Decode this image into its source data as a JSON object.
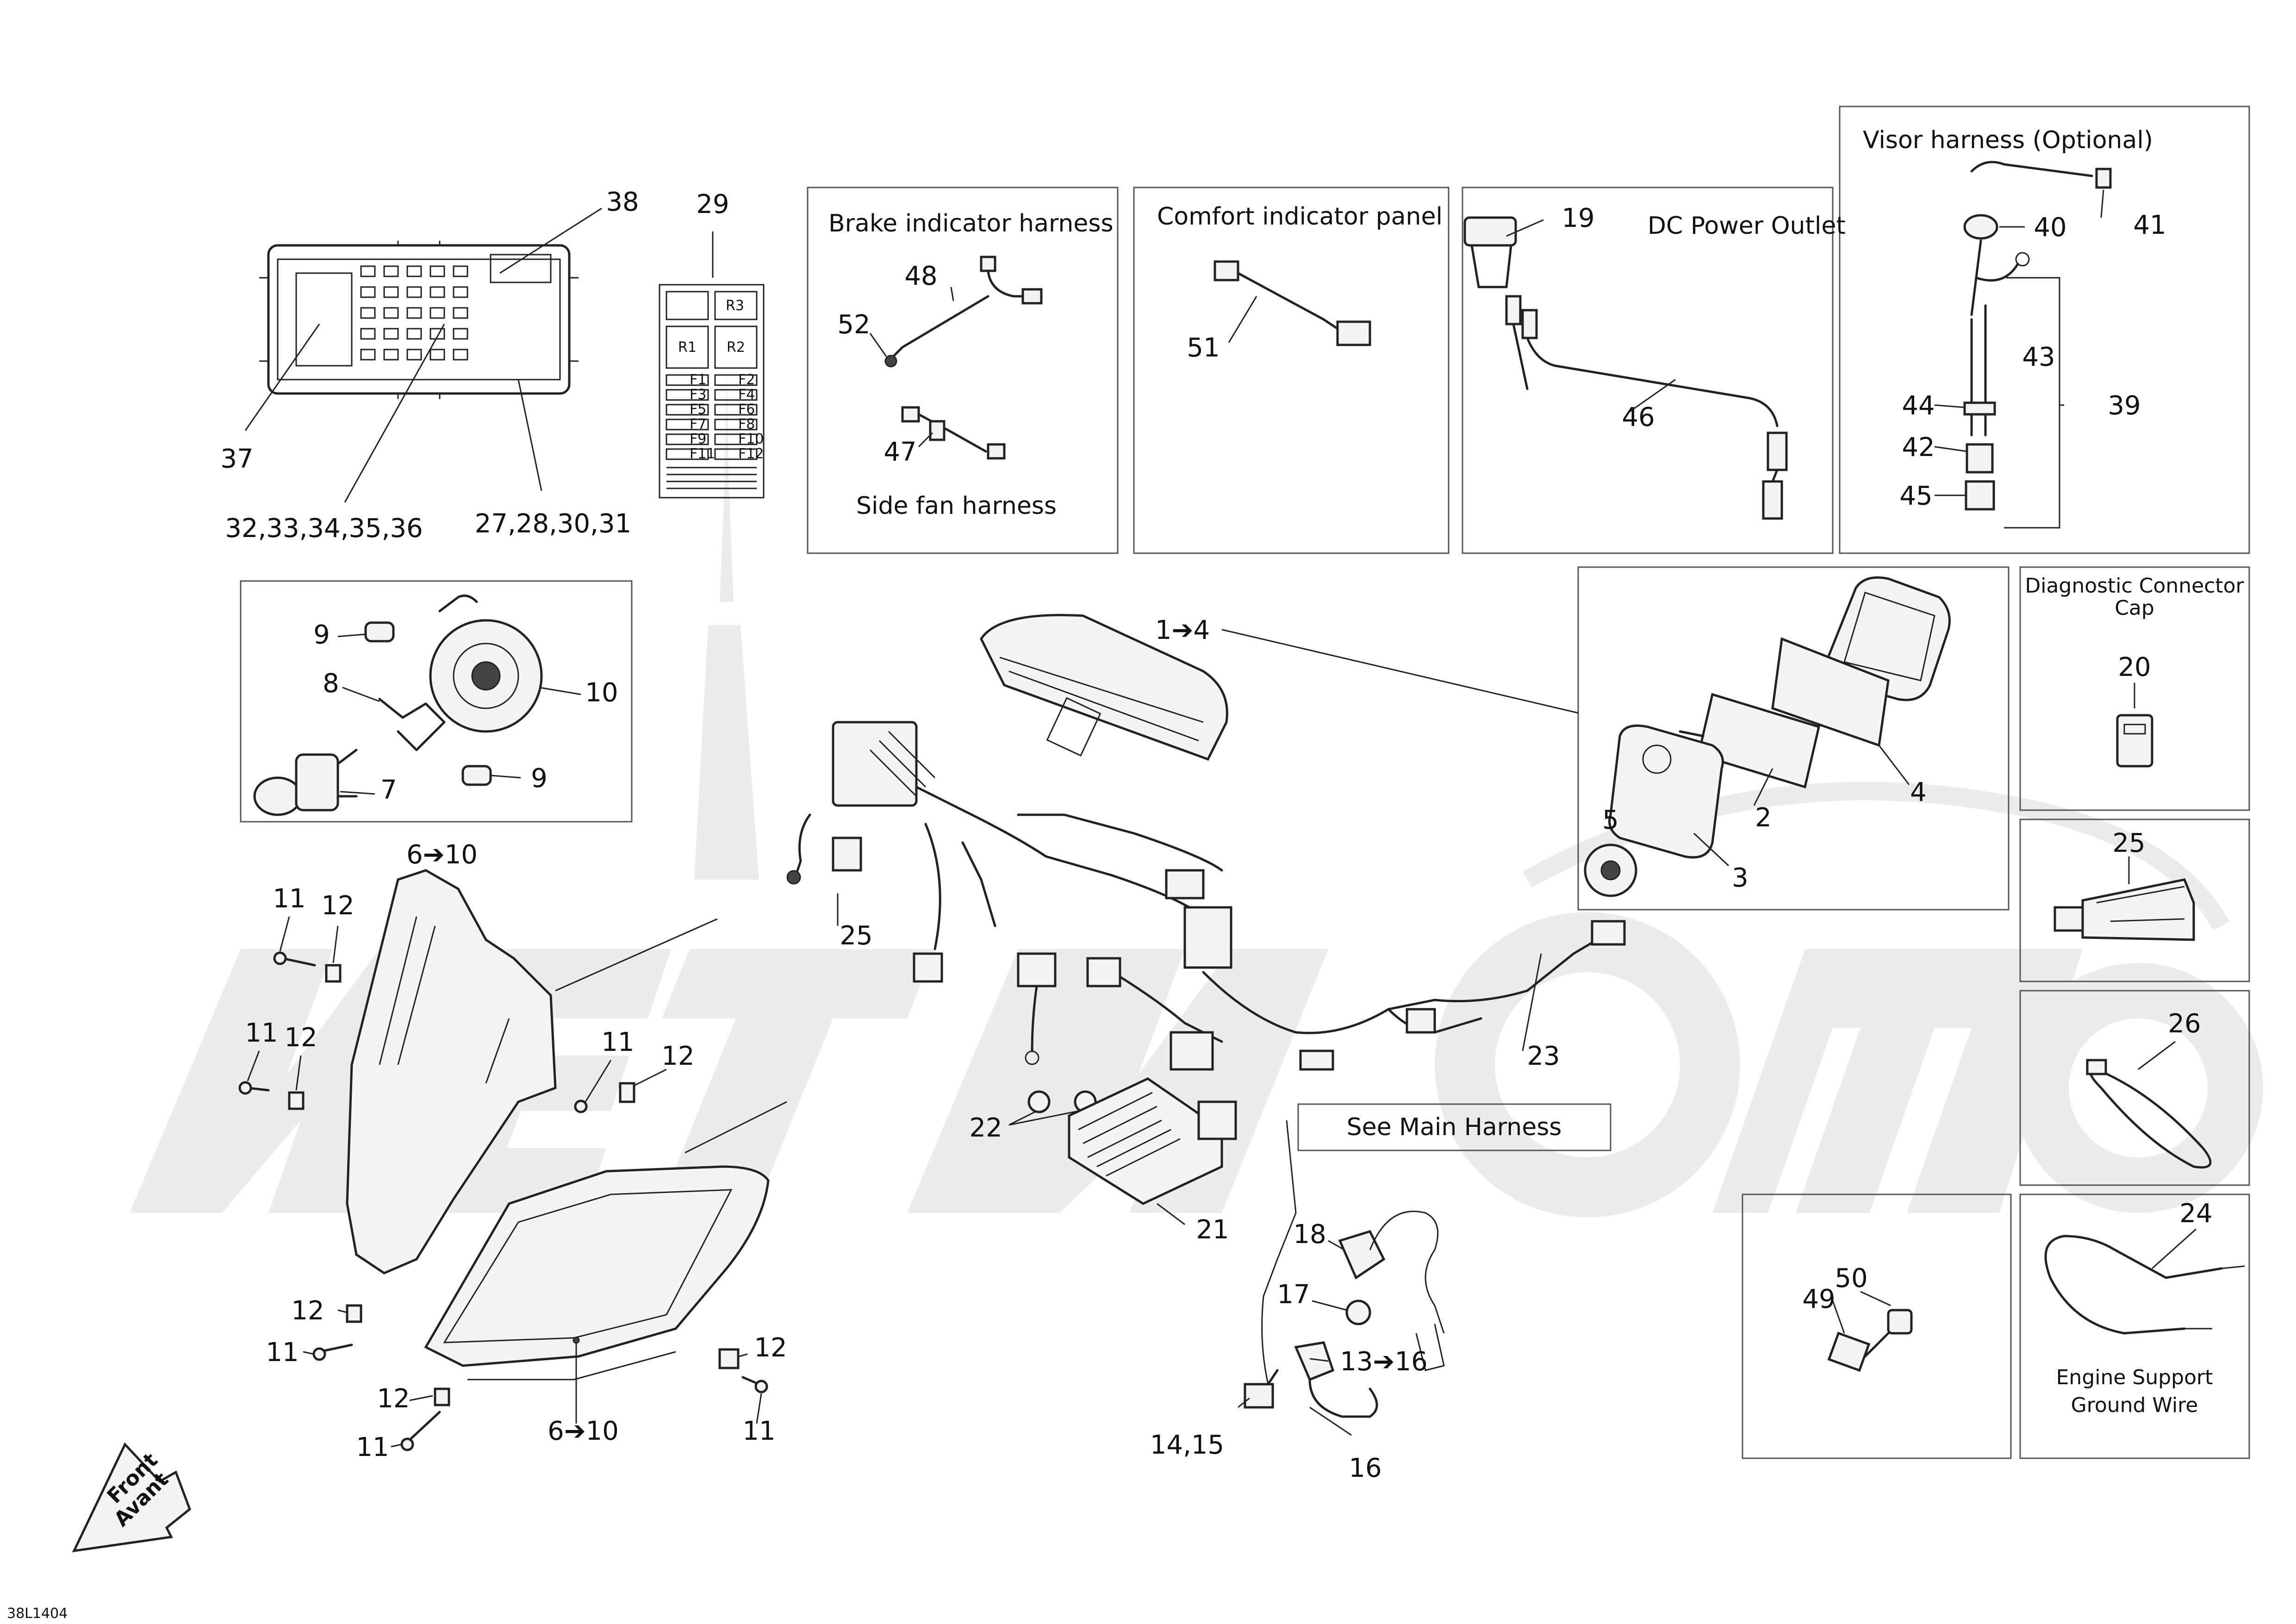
{
  "panels": {
    "brake_indicator_harness": "Brake indicator harness",
    "side_fan_harness": "Side fan harness",
    "comfort_indicator_panel": "Comfort indicator panel",
    "dc_power_outlet": "DC Power Outlet",
    "visor_harness": "Visor harness (Optional)",
    "diagnostic_connector_cap": [
      "Diagnostic Connector",
      "Cap"
    ],
    "see_main_harness": "See Main Harness",
    "engine_support_ground_wire": [
      "Engine Support",
      "Ground Wire"
    ]
  },
  "fuse_panel": {
    "relays": [
      "R3",
      "R1",
      "R2"
    ],
    "fuses": [
      "F1",
      "F2",
      "F3",
      "F4",
      "F5",
      "F6",
      "F7",
      "F8",
      "F9",
      "F10",
      "F11",
      "F12"
    ]
  },
  "callouts": {
    "c38": "38",
    "c29": "29",
    "c37": "37",
    "c32_36": "32,33,34,35,36",
    "c27_31": "27,28,30,31",
    "c48": "48",
    "c52": "52",
    "c47": "47",
    "c51": "51",
    "c19": "19",
    "c46": "46",
    "c41": "41",
    "c40": "40",
    "c43": "43",
    "c44": "44",
    "c39": "39",
    "c42": "42",
    "c45": "45",
    "c1_4": "1➔4",
    "c9a": "9",
    "c8": "8",
    "c10": "10",
    "c9b": "9",
    "c7": "7",
    "c6_10a": "6➔10",
    "c25a": "25",
    "c4": "4",
    "c2": "2",
    "c5": "5",
    "c3": "3",
    "c20": "20",
    "c25b": "25",
    "c26": "26",
    "c11a": "11",
    "c12a": "12",
    "c11b": "11",
    "c12b": "12",
    "c11c": "11",
    "c12c": "12",
    "c23": "23",
    "c22": "22",
    "c21": "21",
    "c18": "18",
    "c17": "17",
    "c13_16": "13➔16",
    "c14_15": "14,15",
    "c16": "16",
    "c12d": "12",
    "c11d": "11",
    "c12e": "12",
    "c11e": "11",
    "c6_10b": "6➔10",
    "c12f": "12",
    "c11f": "11",
    "c49": "49",
    "c50": "50",
    "c24": "24"
  },
  "front_arrow": [
    "Front",
    "Avant"
  ],
  "diagram_code": "38L1404"
}
